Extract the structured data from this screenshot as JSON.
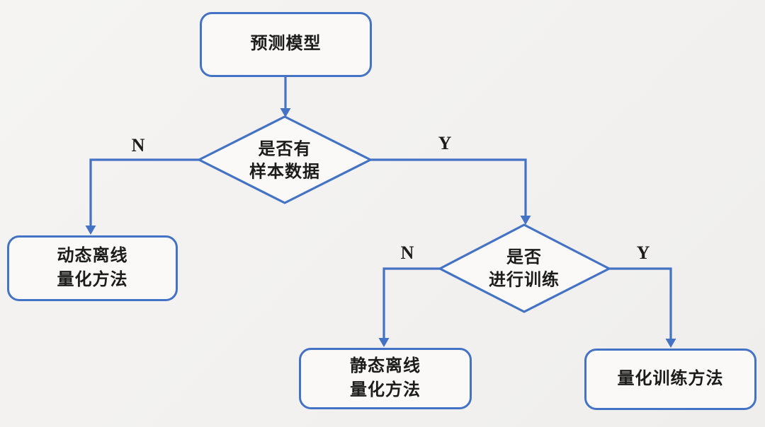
{
  "meta": {
    "description": "Flowchart for choosing a model quantization method",
    "background_color": "#f2f1ef",
    "accent_color": "#4472c4",
    "text_color": "#1c1c1c"
  },
  "nodes": {
    "predict_model": {
      "type": "rounded-rect",
      "label": "预测模型"
    },
    "has_sample_data": {
      "type": "decision",
      "line1": "是否有",
      "line2": "样本数据"
    },
    "dynamic_offline": {
      "type": "rounded-rect",
      "line1": "动态离线",
      "line2": "量化方法"
    },
    "whether_train": {
      "type": "decision",
      "line1": "是否",
      "line2": "进行训练"
    },
    "static_offline": {
      "type": "rounded-rect",
      "line1": "静态离线",
      "line2": "量化方法"
    },
    "quant_training": {
      "type": "rounded-rect",
      "label": "量化训练方法"
    }
  },
  "edges": [
    {
      "from": "predict_model",
      "to": "has_sample_data",
      "label": ""
    },
    {
      "from": "has_sample_data",
      "to": "dynamic_offline",
      "label": "N"
    },
    {
      "from": "has_sample_data",
      "to": "whether_train",
      "label": "Y"
    },
    {
      "from": "whether_train",
      "to": "static_offline",
      "label": "N"
    },
    {
      "from": "whether_train",
      "to": "quant_training",
      "label": "Y"
    }
  ]
}
